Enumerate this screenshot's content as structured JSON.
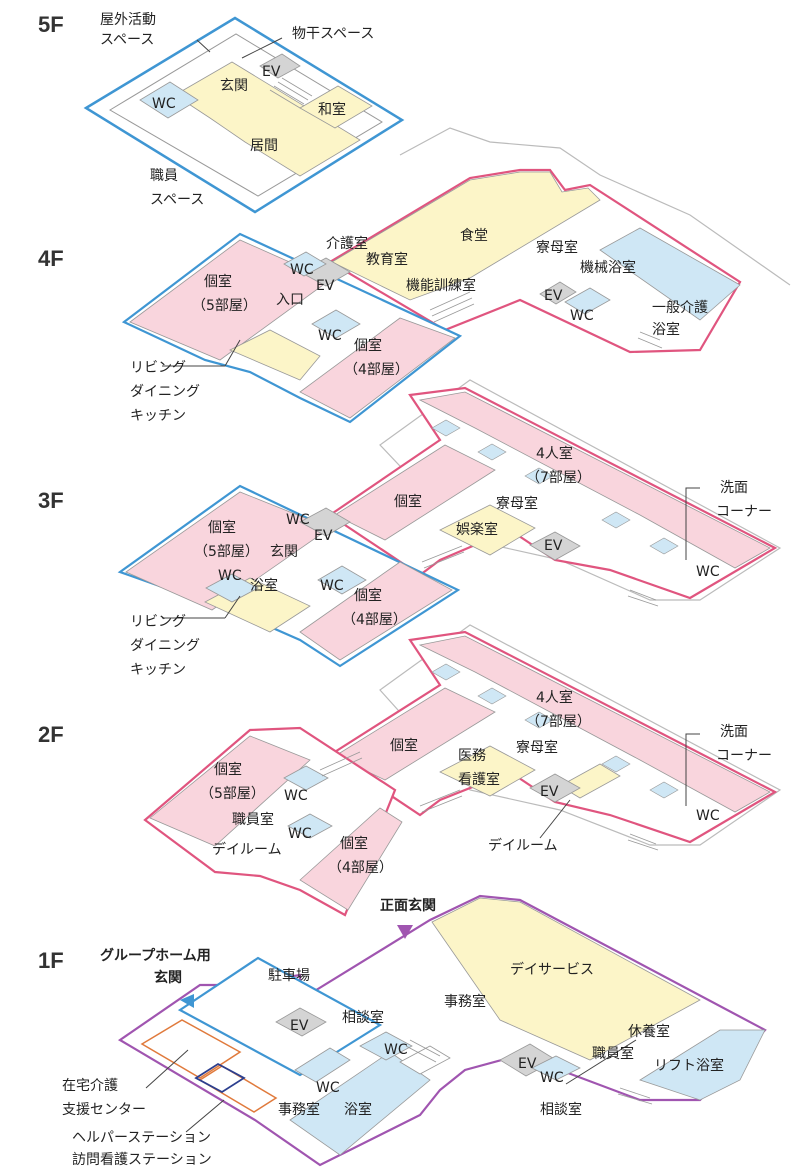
{
  "floors": {
    "f5": {
      "label": "5F",
      "rooms": {
        "outdoor": "屋外活動\nスペース",
        "drying": "物干スペース",
        "ev": "EV",
        "entrance": "玄関",
        "wc": "WC",
        "japanese": "和室",
        "living": "居間",
        "staff": "職員\nスペース"
      }
    },
    "f4": {
      "label": "4F",
      "rooms": {
        "kaigo": "介護室",
        "kyoiku": "教育室",
        "dining": "食堂",
        "ryobo": "寮母室",
        "kikai": "機械浴室",
        "kinou": "機能訓練室",
        "wc1": "WC",
        "ev1": "EV",
        "kojo5": "個室\n（5部屋）",
        "iriguchi": "入口",
        "ev2": "EV",
        "wc2": "WC",
        "ippan": "一般介護\n浴室",
        "wc3": "WC",
        "kojo4": "個室\n（4部屋）",
        "ldk": "リビング\nダイニング\nキッチン"
      }
    },
    "f3": {
      "label": "3F",
      "rooms": {
        "yonin": "4人室\n（7部屋）",
        "senmen": "洗面\nコーナー",
        "kojo": "個室",
        "ryobo": "寮母室",
        "kojo5": "個室\n（5部屋）",
        "wc1": "WC",
        "ev1": "EV",
        "goraku": "娯楽室",
        "ev2": "EV",
        "genkan": "玄関",
        "wc2": "WC",
        "yokushitsu": "浴室",
        "wc3": "WC",
        "kojo4": "個室\n（4部屋）",
        "wc4": "WC",
        "ldk": "リビング\nダイニング\nキッチン"
      }
    },
    "f2": {
      "label": "2F",
      "rooms": {
        "yonin": "4人室\n（7部屋）",
        "senmen": "洗面\nコーナー",
        "kojo": "個室",
        "imu": "医務\n看護室",
        "ryobo": "寮母室",
        "kojo5": "個室\n（5部屋）",
        "wc1": "WC",
        "shokuin": "職員室",
        "ev": "EV",
        "wc2": "WC",
        "dayroom1": "デイルーム",
        "kojo4": "個室\n（4部屋）",
        "dayroom2": "デイルーム",
        "wc3": "WC"
      }
    },
    "f1": {
      "label": "1F",
      "rooms": {
        "shomen": "正面玄関",
        "gh": "グループホーム用\n玄関",
        "chusha": "駐車場",
        "day": "デイサービス",
        "soudan1": "相談室",
        "jimu1": "事務室",
        "kyuyo": "休養室",
        "ev1": "EV",
        "ev2": "EV",
        "shokuin": "職員室",
        "wc1": "WC",
        "wc2": "WC",
        "lift": "リフト浴室",
        "zaitaku": "在宅介護\n支援センター",
        "wc3": "WC",
        "jimu2": "事務室",
        "yoku": "浴室",
        "soudan2": "相談室",
        "helper": "ヘルパーステーション\n訪問看護ステーション"
      }
    }
  },
  "colors": {
    "care_outline": "#e0557f",
    "gh_outline": "#3f96d3",
    "day_outline": "#a055b0",
    "private_fill": "#f9d5dd",
    "common_fill": "#fcf5c8",
    "wc_fill": "#cfe7f5",
    "ev_fill": "#d4d4d4",
    "orange_box": "#e07a3c",
    "navy_box": "#2c3f8f"
  }
}
